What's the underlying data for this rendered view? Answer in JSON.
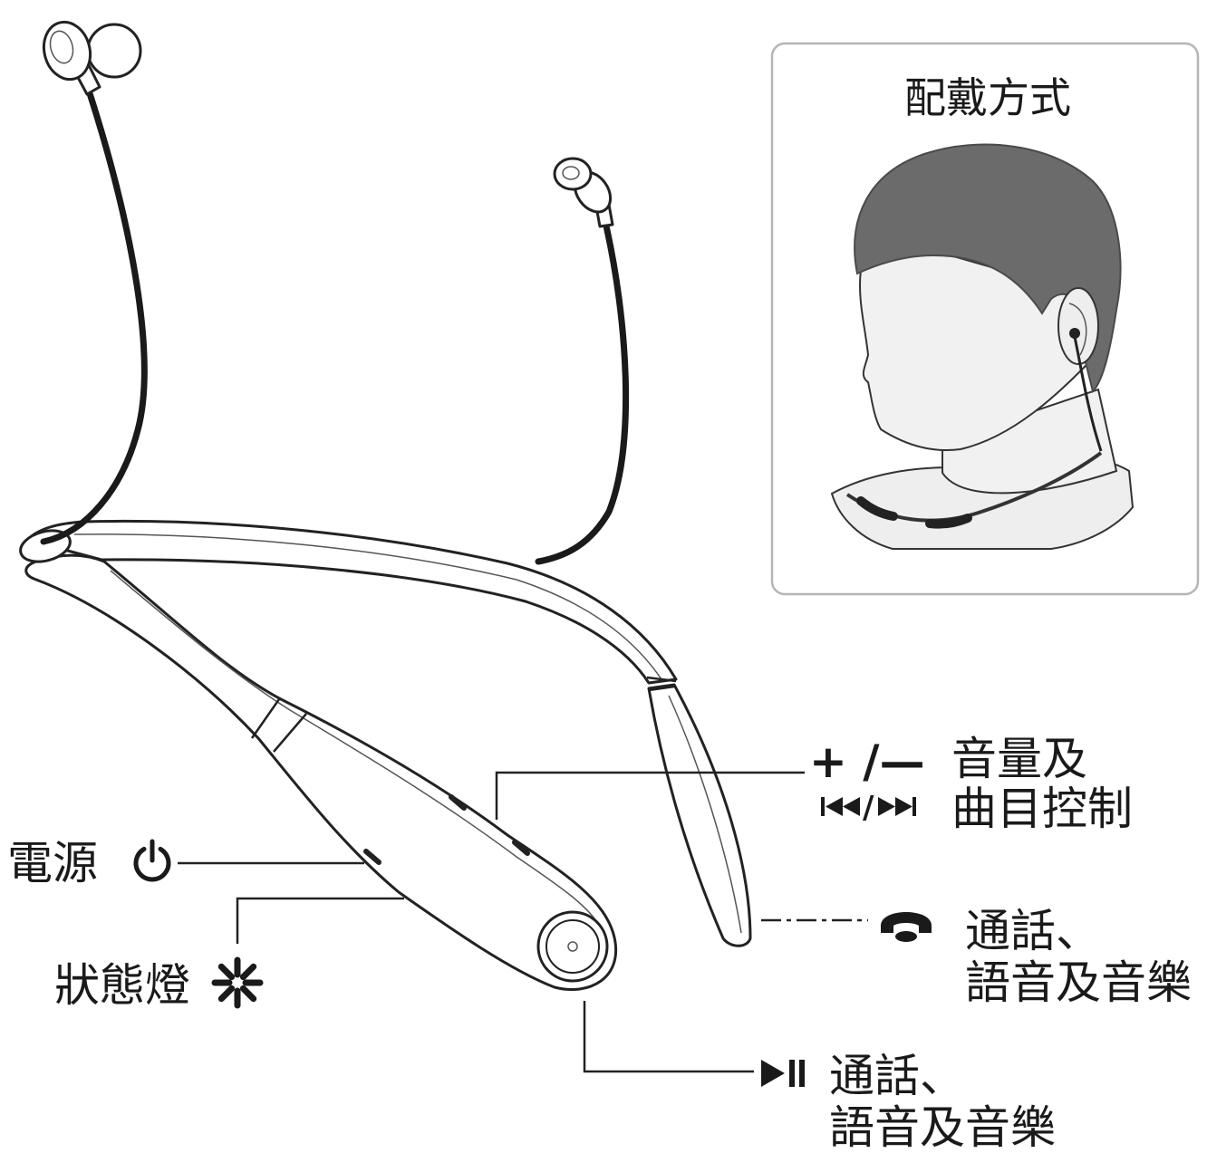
{
  "inset": {
    "title": "配戴方式"
  },
  "volume_track_control": {
    "volume_symbols": "+ /—",
    "track_separator": "/",
    "label_line1": "音量及",
    "label_line2": "曲目控制",
    "icons": [
      "previous-track-icon",
      "next-track-icon"
    ]
  },
  "power": {
    "label": "電源",
    "icon": "power-icon"
  },
  "status_light": {
    "label": "狀態燈",
    "icon": "status-light-icon"
  },
  "call_side": {
    "icon": "phone-icon",
    "label_line1": "通話、",
    "label_line2": "語音及音樂"
  },
  "call_bottom": {
    "icon": "play-pause-icon",
    "label_line1": "通話、",
    "label_line2": "語音及音樂"
  },
  "colors": {
    "line": "#222222",
    "hair": "#6b6b6b",
    "skin": "#f1f1f1",
    "inset_border": "#b5b5b5"
  }
}
